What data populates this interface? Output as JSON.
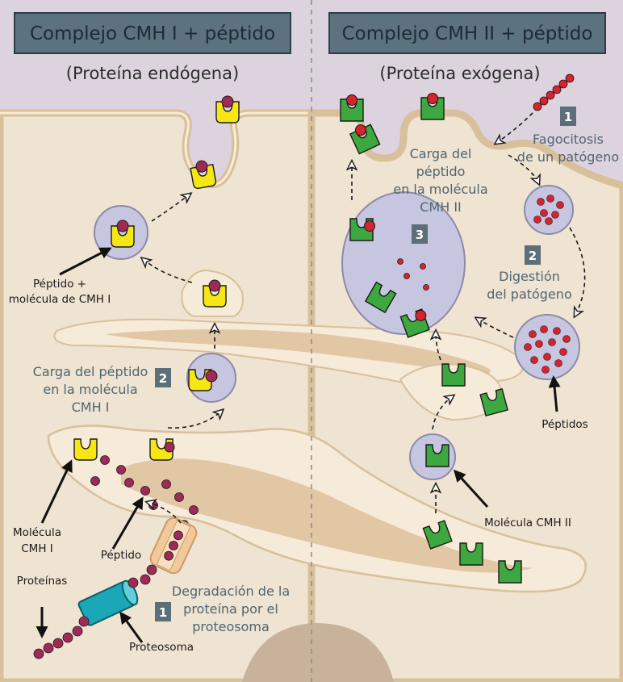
{
  "left_panel": {
    "title": "Complejo CMH I + péptido",
    "subtitle": "(Proteína endógena)",
    "steps": [
      {
        "number": "1",
        "label_lines": [
          "Degradación de la",
          "proteína por el",
          "proteosoma"
        ]
      },
      {
        "number": "2",
        "label_lines": [
          "Carga del péptido",
          "en la molécula",
          "CMH I"
        ]
      }
    ],
    "labels": {
      "peptide_complex": [
        "Péptido +",
        "molécula de CMH I"
      ],
      "molecule": [
        "Molécula",
        "CMH I"
      ],
      "peptide": "Péptido",
      "proteins": "Proteínas",
      "proteasome": "Proteosoma"
    }
  },
  "right_panel": {
    "title": "Complejo CMH II + péptido",
    "subtitle": "(Proteína exógena)",
    "steps": [
      {
        "number": "1",
        "label_lines": [
          "Fagocitosis",
          "de un patógeno"
        ]
      },
      {
        "number": "2",
        "label_lines": [
          "Digestión",
          "del patógeno"
        ]
      },
      {
        "number": "3",
        "label_lines": [
          "Carga del",
          "péptido",
          "en la molécula",
          "CMH II"
        ]
      }
    ],
    "labels": {
      "peptides": "Péptidos",
      "molecule": "Molécula CMH II"
    }
  },
  "colors": {
    "background": "#efe3d2",
    "outside": "#ddd3df",
    "membrane": "#d8c09b",
    "banner": "#5c727e",
    "mhc1": "#f5e614",
    "mhc2": "#3da83f",
    "peptide_mhc1": "#9e2a58",
    "peptide_mhc2": "#d6232f",
    "vesicle": "#c7c6e0",
    "proteasome": "#1aa7b8",
    "step_box": "#5c6e78",
    "label_blue": "#4f6570"
  }
}
